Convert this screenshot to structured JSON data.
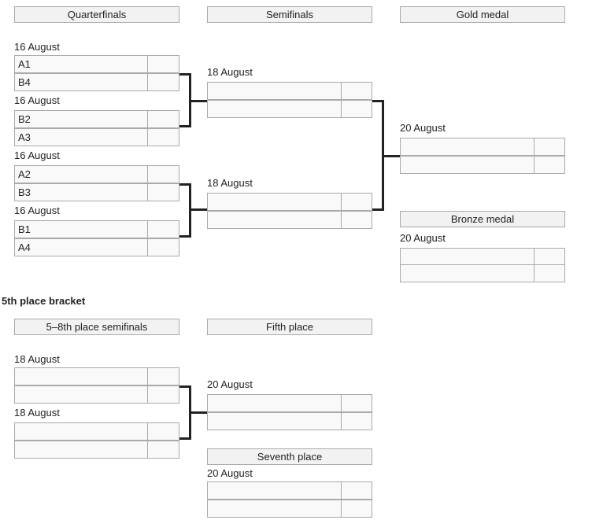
{
  "headers": {
    "quarterfinals": "Quarterfinals",
    "semifinals": "Semifinals",
    "gold_medal": "Gold medal",
    "bronze_medal": "Bronze medal",
    "fifth_bracket": "5–8th place semifinals",
    "fifth_place": "Fifth place",
    "seventh_place": "Seventh place"
  },
  "section_title": "5th place bracket",
  "quarterfinals": [
    {
      "date": "16 August",
      "team1": "A1",
      "team2": "B4",
      "score1": "",
      "score2": ""
    },
    {
      "date": "16 August",
      "team1": "B2",
      "team2": "A3",
      "score1": "",
      "score2": ""
    },
    {
      "date": "16 August",
      "team1": "A2",
      "team2": "B3",
      "score1": "",
      "score2": ""
    },
    {
      "date": "16 August",
      "team1": "B1",
      "team2": "A4",
      "score1": "",
      "score2": ""
    }
  ],
  "semifinals": [
    {
      "date": "18 August",
      "team1": "",
      "team2": "",
      "score1": "",
      "score2": ""
    },
    {
      "date": "18 August",
      "team1": "",
      "team2": "",
      "score1": "",
      "score2": ""
    }
  ],
  "gold": {
    "date": "20 August",
    "team1": "",
    "team2": "",
    "score1": "",
    "score2": ""
  },
  "bronze": {
    "date": "20 August",
    "team1": "",
    "team2": "",
    "score1": "",
    "score2": ""
  },
  "fifth_semis": [
    {
      "date": "18 August",
      "team1": "",
      "team2": "",
      "score1": "",
      "score2": ""
    },
    {
      "date": "18 August",
      "team1": "",
      "team2": "",
      "score1": "",
      "score2": ""
    }
  ],
  "fifth": {
    "date": "20 August",
    "team1": "",
    "team2": "",
    "score1": "",
    "score2": ""
  },
  "seventh": {
    "date": "20 August",
    "team1": "",
    "team2": "",
    "score1": "",
    "score2": ""
  }
}
